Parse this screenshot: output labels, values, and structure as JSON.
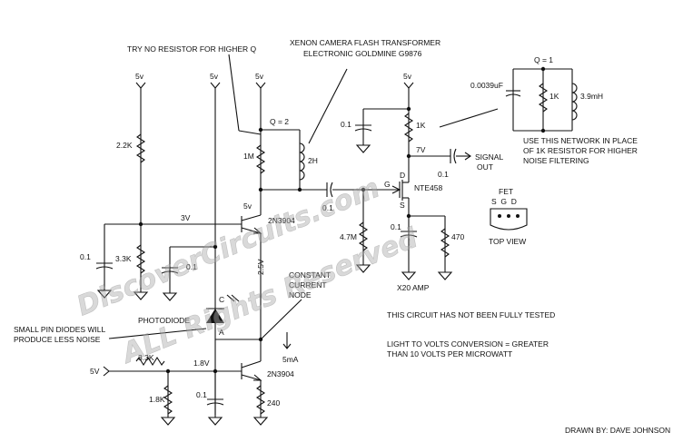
{
  "notes": {
    "try_no_resistor": "TRY NO RESISTOR FOR HIGHER Q",
    "xenon_line1": "XENON CAMERA FLASH TRANSFORMER",
    "xenon_line2": "ELECTRONIC GOLDMINE G9876",
    "use_network_1": "USE THIS NETWORK IN PLACE",
    "use_network_2": "OF 1K RESISTOR FOR HIGHER",
    "use_network_3": "NOISE FILTERING",
    "constant_1": "CONSTANT",
    "constant_2": "CURRENT",
    "constant_3": "NODE",
    "small_pin_1": "SMALL PIN DIODES WILL",
    "small_pin_2": "PRODUCE LESS NOISE",
    "not_tested": "THIS CIRCUIT HAS NOT BEEN FULLY TESTED",
    "light_1": "LIGHT TO VOLTS CONVERSION = GREATER",
    "light_2": "THAN 10 VOLTS PER MICROWATT",
    "drawn_by": "DRAWN BY: DAVE JOHNSON",
    "x20_amp": "X20 AMP",
    "signal_1": "SIGNAL",
    "signal_2": "OUT",
    "top_view": "TOP VIEW",
    "fet": "FET",
    "photodiode": "PHOTODIODE"
  },
  "labels": {
    "supply": "5v",
    "supply_in": "5V",
    "q2": "Q = 2",
    "q1": "Q = 1",
    "v3": "3V",
    "v5": "5v",
    "v25": "2.5V",
    "v18": "1.8V",
    "v7": "7V",
    "i5": "5mA",
    "pin_c": "C",
    "pin_a": "A",
    "pin_d": "D",
    "pin_g": "G",
    "pin_s": "S",
    "fet_pins": "S  G  D"
  },
  "parts": {
    "r22k": "2.2K",
    "r33k_a": "3.3K",
    "r33k_b": "3.3K",
    "r18k": "1.8K",
    "r1m": "1M",
    "r240": "240",
    "r47m": "4.7M",
    "r470": "470",
    "r1k_a": "1K",
    "r1k_b": "1K",
    "l2h": "2H",
    "l39mh": "3.9mH",
    "c01_a": "0.1",
    "c01_b": "0.1",
    "c01_c": "0.1",
    "c01_d": "0.1",
    "c01_e": "0.1",
    "c01_f": "0.1",
    "c01_g": "0.1",
    "c0039": "0.0039uF",
    "q_upper": "2N3904",
    "q_lower": "2N3904",
    "fet_part": "NTE458"
  },
  "watermark": {
    "line1": "DiscoverCircuits.com",
    "line2": "ALL Rights Reserved"
  }
}
